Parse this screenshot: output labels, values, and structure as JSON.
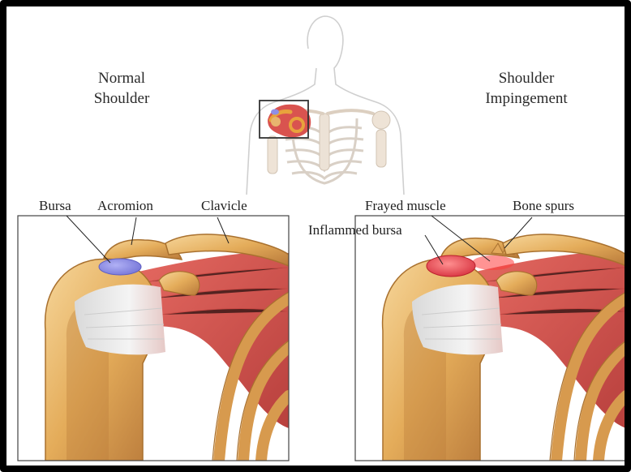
{
  "captions": {
    "normal": [
      "Normal",
      "Shoulder"
    ],
    "impingement": [
      "Shoulder",
      "Impingement"
    ]
  },
  "labels": {
    "bursa": "Bursa",
    "acromion": "Acromion",
    "clavicle": "Clavicle",
    "frayed_muscle": "Frayed muscle",
    "bone_spurs": "Bone spurs",
    "inflamed_bursa": "Inflammed bursa"
  },
  "colors": {
    "bone": "#e9b86c",
    "bone_edge": "#b27b34",
    "muscle": "#d9534f",
    "tendon": "#eeeeee",
    "bursa_normal": "#8f8fe8",
    "bursa_inflamed": "#e54a55",
    "frame": "#000000"
  }
}
